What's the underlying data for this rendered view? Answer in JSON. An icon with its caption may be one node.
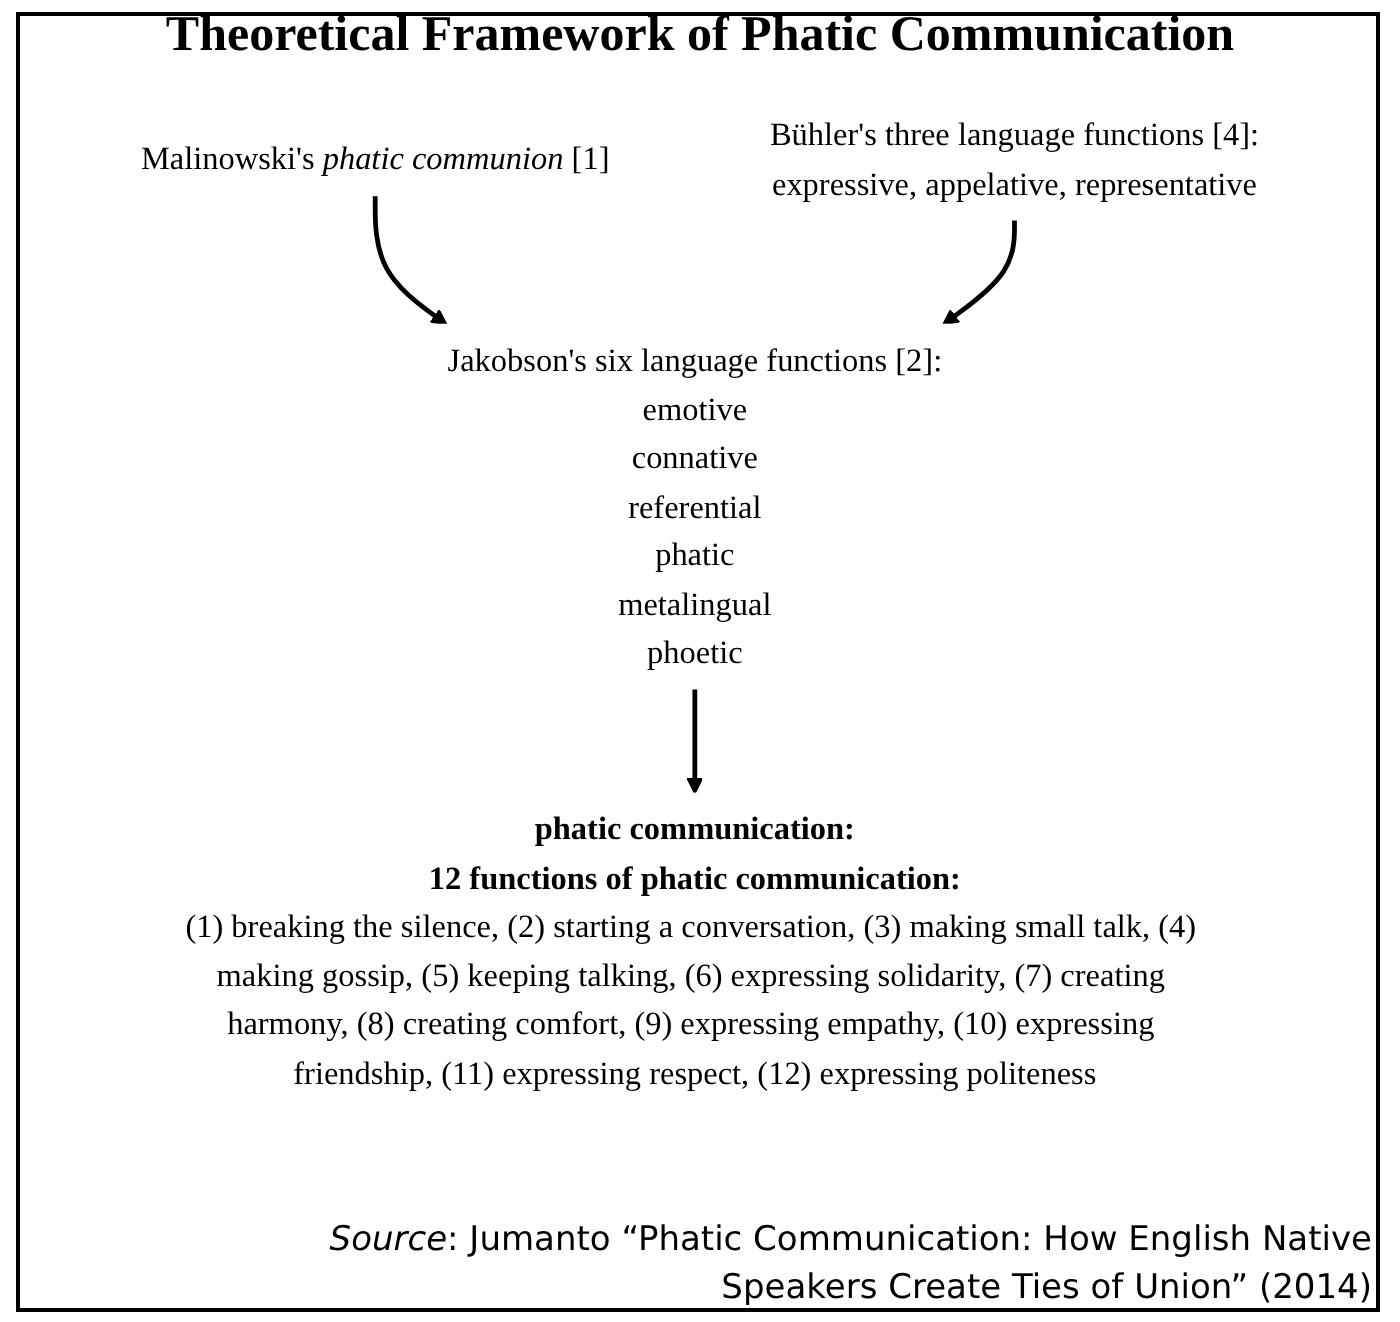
{
  "diagram": {
    "title": "Theoretical Framework of Phatic Communication",
    "caption": "*Source*: Jumanto “Phatic Communication: How English Native Speakers Create Ties of Union” (2014)",
    "nodes": [
      {
        "text": [
          "Malinowski's *phatic communion* [1]"
        ]
      },
      {
        "text": [
          "Bühler's three language functions [4]:",
          "expressive, appelative, representative"
        ]
      },
      {
        "text": [
          "Jakobson's six language functions [2]:",
          "emotive",
          "connative",
          "referential",
          "phatic",
          "metalingual",
          "phoetic"
        ]
      },
      {
        "text": [
          "phatic communication:",
          "12 functions of phatic communication:",
          "(1) breaking the silence, (2) starting a conversation, (3) making small talk, (4) making gossip, (5) keeping talking, (6) expressing solidarity, (7) creating harmony, (8) creating comfort, (9) expressing empathy, (10) expressing friendship, (11) expressing respect, (12) expressing politeness"
        ]
      }
    ],
    "edges": [
      {
        "from": 0,
        "to": 2,
        "arrow": "to"
      },
      {
        "from": 1,
        "to": 2,
        "arrow": "to"
      },
      {
        "from": 2,
        "to": 3,
        "arrow": "to"
      }
    ]
  }
}
